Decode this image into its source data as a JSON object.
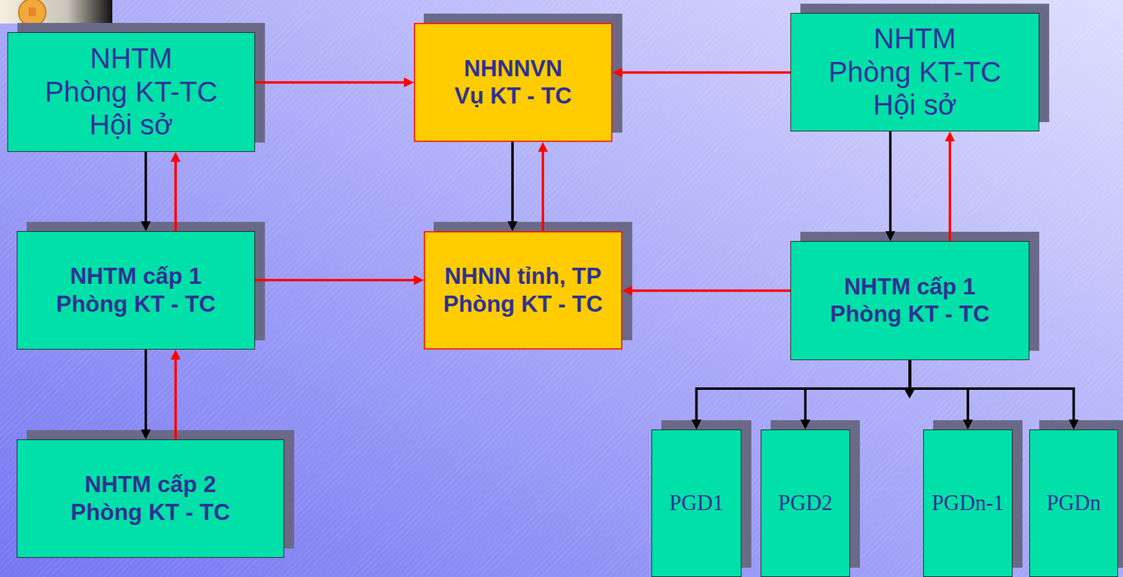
{
  "diagram": {
    "nodes": [
      {
        "text": [
          "NHTM Phòng KT-TC Hội sở"
        ]
      },
      {
        "text": [
          "NHNNVN Vụ KT - TC"
        ]
      },
      {
        "text": [
          "NHTM Phòng KT-TC Hội sở"
        ]
      },
      {
        "text": [
          "NHTM cấp 1 Phòng KT - TC"
        ]
      },
      {
        "text": [
          "NHNN tỉnh, TP Phòng KT - TC"
        ]
      },
      {
        "text": [
          "NHTM cấp 1 Phòng KT - TC"
        ]
      },
      {
        "text": [
          "NHTM cấp 2 Phòng KT - TC"
        ]
      },
      {
        "text": [
          "PGD1"
        ]
      },
      {
        "text": [
          "PGD2"
        ]
      },
      {
        "text": [
          "PGDn-1"
        ]
      },
      {
        "text": [
          "PGDn"
        ]
      }
    ],
    "edges": [
      {
        "from": 0,
        "to": 1,
        "arrow": "to"
      },
      {
        "from": 2,
        "to": 1,
        "arrow": "to"
      },
      {
        "from": 0,
        "to": 3,
        "arrow": "to"
      },
      {
        "from": 3,
        "to": 0,
        "arrow": "to"
      },
      {
        "from": 1,
        "to": 4,
        "arrow": "to"
      },
      {
        "from": 4,
        "to": 1,
        "arrow": "to"
      },
      {
        "from": 2,
        "to": 5,
        "arrow": "to"
      },
      {
        "from": 5,
        "to": 2,
        "arrow": "to"
      },
      {
        "from": 3,
        "to": 4,
        "arrow": "to"
      },
      {
        "from": 5,
        "to": 4,
        "arrow": "to"
      },
      {
        "from": 3,
        "to": 6,
        "arrow": "to"
      },
      {
        "from": 6,
        "to": 3,
        "arrow": "to"
      },
      {
        "from": 5,
        "to": 7,
        "arrow": "to"
      },
      {
        "from": 5,
        "to": 8,
        "arrow": "to"
      },
      {
        "from": 5,
        "to": 9,
        "arrow": "to"
      },
      {
        "from": 5,
        "to": 10,
        "arrow": "to"
      }
    ]
  }
}
